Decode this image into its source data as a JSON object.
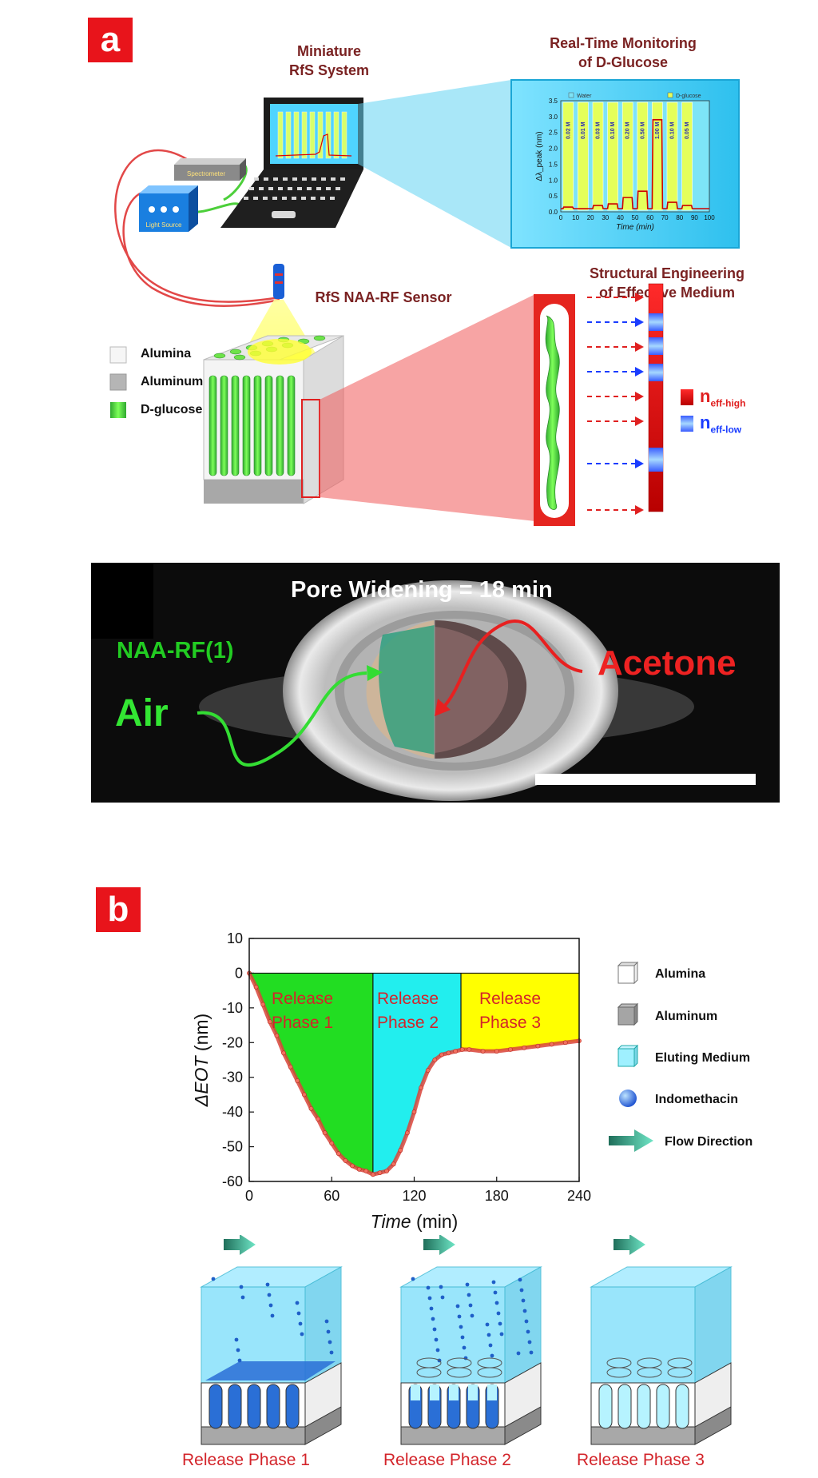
{
  "panel_a": {
    "label": "a",
    "system_title": [
      "Miniature",
      "RfS System"
    ],
    "monitor_title": [
      "Real-Time Monitoring",
      "of D-Glucose"
    ],
    "device_labels": {
      "spectrometer": "Spectrometer",
      "light_source": "Light Source"
    },
    "sensor_title": "RfS NAA-RF Sensor",
    "engineering_title": [
      "Structural Engineering",
      "of Effective Medium"
    ],
    "legend": [
      "Alumina",
      "Aluminum",
      "D-glucose"
    ],
    "neff": {
      "n": "n",
      "high_sub": "eff-high",
      "low_sub": "eff-low"
    },
    "inset_chart": {
      "ylabel": "Δλ_peak (nm)",
      "xlabel": "Time (min)",
      "legend": [
        "Water",
        "D-glucose"
      ],
      "yticks": [
        "3.5",
        "3.0",
        "2.5",
        "2.0",
        "1.5",
        "1.0",
        "0.5",
        "0.0"
      ],
      "xticks": [
        "0",
        "10",
        "20",
        "30",
        "40",
        "50",
        "60",
        "70",
        "80",
        "90",
        "100"
      ],
      "band_labels": [
        "0.02 M",
        "0.01 M",
        "0.03 M",
        "0.10 M",
        "0.20 M",
        "0.50 M",
        "1.00 M",
        "0.10 M",
        "0.05 M"
      ]
    },
    "photo": {
      "title": "Pore Widening = 18 min",
      "sample": "NAA-RF(1)",
      "left_medium": "Air",
      "right_medium": "Acetone"
    }
  },
  "panel_b": {
    "label": "b",
    "phases": [
      "Release",
      "Phase 1",
      "Release",
      "Phase 2",
      "Release",
      "Phase 3"
    ],
    "legend": [
      "Alumina",
      "Aluminum",
      "Eluting Medium",
      "Indomethacin",
      "Flow Direction"
    ],
    "captions": [
      "Release Phase 1",
      "Release Phase 2",
      "Release Phase 3"
    ]
  },
  "chart_data": {
    "type": "line",
    "xlabel": "Time (min)",
    "ylabel": "ΔEOT (nm)",
    "xlim": [
      0,
      240
    ],
    "ylim": [
      -60,
      10
    ],
    "xticks": [
      "0",
      "60",
      "120",
      "180",
      "240"
    ],
    "yticks": [
      "10",
      "0",
      "-10",
      "-20",
      "-30",
      "-40",
      "-50",
      "-60"
    ],
    "phase_boundaries": [
      0,
      90,
      154,
      240
    ],
    "phase_colors": [
      "#22dd22",
      "#22eeee",
      "#ffff00"
    ],
    "series": [
      {
        "x": [
          0,
          5,
          10,
          15,
          20,
          25,
          30,
          35,
          40,
          45,
          50,
          55,
          60,
          65,
          70,
          75,
          80,
          85,
          90,
          95,
          100,
          105,
          110,
          115,
          120,
          125,
          130,
          135,
          140,
          145,
          150,
          155,
          160,
          170,
          180,
          190,
          200,
          210,
          220,
          230,
          240
        ],
        "y": [
          0,
          -4,
          -9,
          -14,
          -18,
          -23,
          -27,
          -31,
          -35,
          -39,
          -42,
          -46,
          -49,
          -52,
          -54,
          -55.5,
          -56.5,
          -57,
          -58,
          -57.5,
          -57,
          -55,
          -51,
          -46,
          -40,
          -33,
          -28,
          -25,
          -23.5,
          -23,
          -22.5,
          -22,
          -22,
          -22.5,
          -22.5,
          -22,
          -21.5,
          -21,
          -20.5,
          -20,
          -19.5
        ]
      }
    ]
  }
}
